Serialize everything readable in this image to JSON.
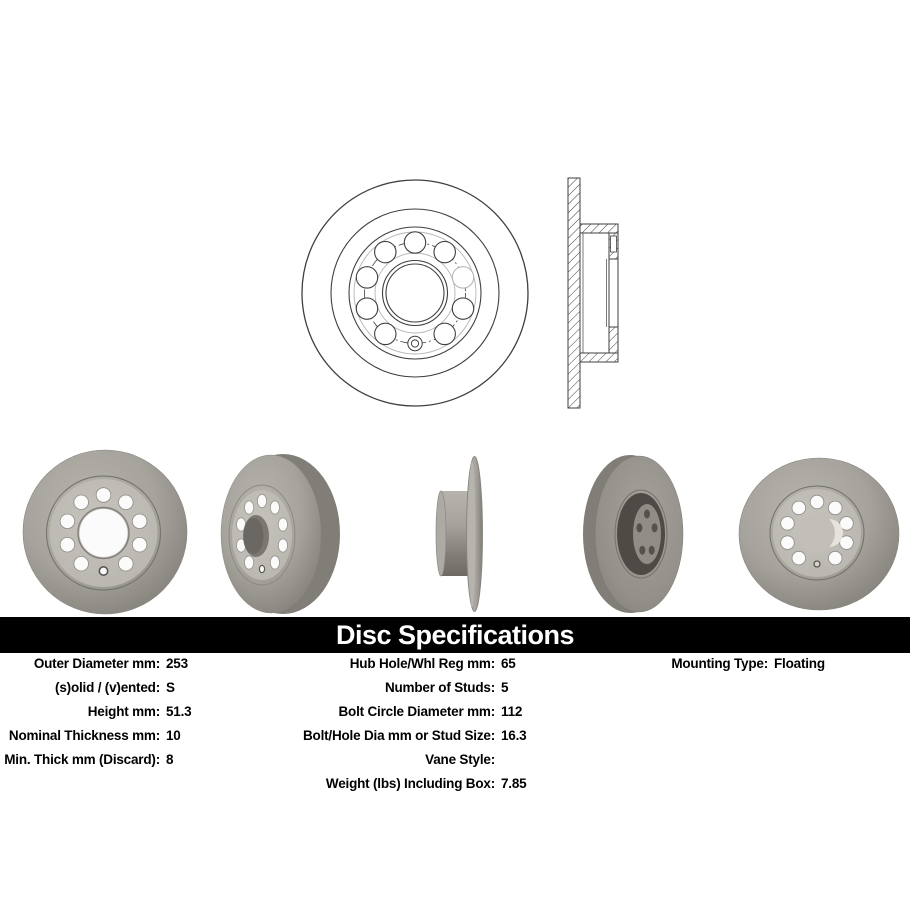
{
  "banner": {
    "title": "Disc Specifications"
  },
  "specs": {
    "left": [
      {
        "label": "Outer Diameter mm:",
        "value": "253"
      },
      {
        "label": "(s)olid / (v)ented:",
        "value": "S"
      },
      {
        "label": "Height mm:",
        "value": "51.3"
      },
      {
        "label": "Nominal Thickness mm:",
        "value": "10"
      },
      {
        "label": "Min. Thick mm (Discard):",
        "value": "8"
      }
    ],
    "middle": [
      {
        "label": "Hub Hole/Whl Reg mm:",
        "value": "65"
      },
      {
        "label": "Number of Studs:",
        "value": "5"
      },
      {
        "label": "Bolt Circle Diameter mm:",
        "value": "112"
      },
      {
        "label": "Bolt/Hole Dia mm or Stud Size:",
        "value": "16.3"
      },
      {
        "label": "Vane Style:",
        "value": ""
      },
      {
        "label": "Weight (lbs) Including Box:",
        "value": "7.85"
      }
    ],
    "right": [
      {
        "label": "Mounting Type:",
        "value": "Floating"
      }
    ]
  },
  "figures": {
    "front_drawing": "brake-rotor-front-line-drawing",
    "cross_section_drawing": "brake-rotor-cross-section-line-drawing",
    "photos": [
      "rotor-photo-front",
      "rotor-photo-three-quarter-front",
      "rotor-photo-side-profile",
      "rotor-photo-three-quarter-rear",
      "rotor-photo-angled-front"
    ]
  },
  "colors": {
    "background": "#ffffff",
    "banner_bg": "#000000",
    "banner_fg": "#ffffff",
    "text": "#000000",
    "line": "#3f3f3f",
    "line_light": "#b5b5b5",
    "metal": "#a6a29c",
    "metal_light": "#b7b3ad",
    "metal_lighter": "#c6c2bc",
    "metal_dark": "#817e78",
    "metal_darker": "#5e5b56",
    "recess": "#4e4b47",
    "hole": "#fbfbfb",
    "hole_rim": "#8f8c87"
  }
}
